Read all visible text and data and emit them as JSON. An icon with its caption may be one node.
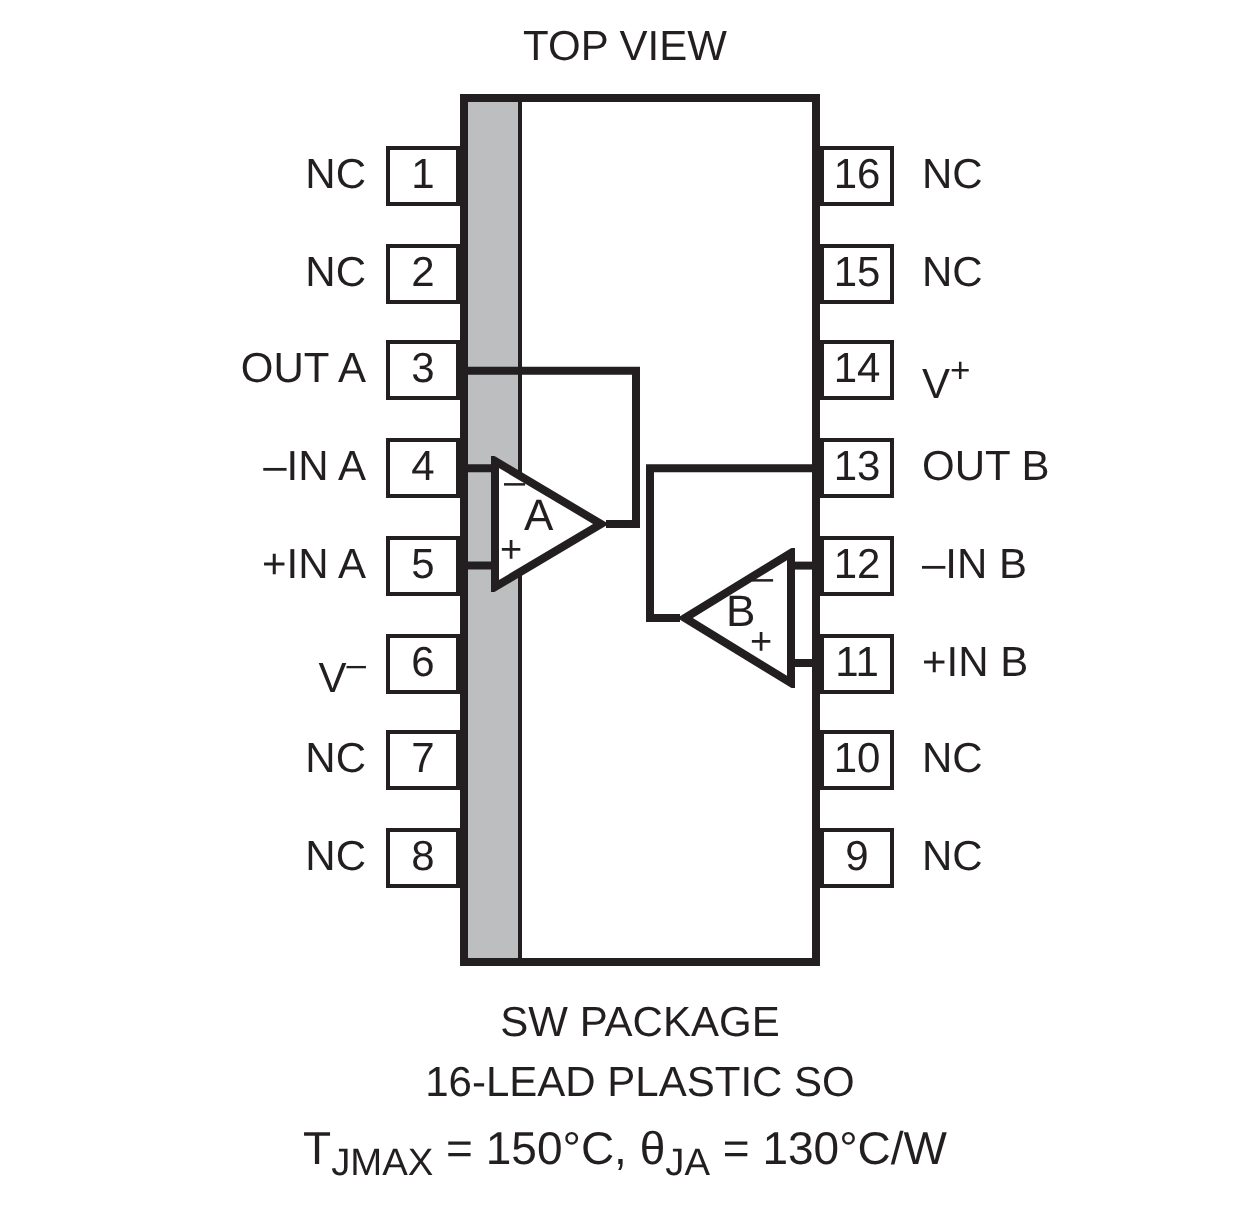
{
  "diagram": {
    "title": "TOP VIEW",
    "caption": "SW PACKAGE 16-LEAD PLASTIC SO",
    "nodes": [
      {
        "text": [],
        "shape": "box"
      },
      {
        "text": [
          "1"
        ],
        "beside": [
          "NC"
        ]
      },
      {
        "text": [
          "2"
        ],
        "beside": [
          "NC"
        ]
      },
      {
        "text": [
          "3"
        ],
        "beside": [
          "OUT A"
        ]
      },
      {
        "text": [
          "4"
        ],
        "beside": [
          "–IN A"
        ]
      },
      {
        "text": [
          "5"
        ],
        "beside": [
          "+IN A"
        ]
      },
      {
        "text": [
          "6"
        ],
        "beside": [
          "V$^{–}$"
        ]
      },
      {
        "text": [
          "7"
        ],
        "beside": [
          "NC"
        ]
      },
      {
        "text": [
          "8"
        ],
        "beside": [
          "NC"
        ]
      },
      {
        "text": [
          "16"
        ],
        "beside": [
          "NC"
        ]
      },
      {
        "text": [
          "15"
        ],
        "beside": [
          "NC"
        ]
      },
      {
        "text": [
          "14"
        ],
        "beside": [
          "V$^{+}$"
        ]
      },
      {
        "text": [
          "13"
        ],
        "beside": [
          "OUT B"
        ]
      },
      {
        "text": [
          "12"
        ],
        "beside": [
          "–IN B"
        ]
      },
      {
        "text": [
          "11"
        ],
        "beside": [
          "+IN B"
        ]
      },
      {
        "text": [
          "10"
        ],
        "beside": [
          "NC"
        ]
      },
      {
        "text": [
          "9"
        ],
        "beside": [
          "NC"
        ]
      },
      {
        "text": [
          "–",
          "A",
          "+"
        ],
        "in": 0
      },
      {
        "text": [
          "–",
          "B",
          "+"
        ],
        "in": 0
      }
    ],
    "edges": [
      {
        "from": 3,
        "to": 17,
        "arrow": "none"
      },
      {
        "from": 4,
        "to": 17,
        "arrow": "none"
      },
      {
        "from": 5,
        "to": 17,
        "arrow": "none"
      },
      {
        "from": 12,
        "to": 18,
        "arrow": "none"
      },
      {
        "from": 13,
        "to": 18,
        "arrow": "none"
      },
      {
        "from": 14,
        "to": 18,
        "arrow": "none"
      }
    ],
    "labels": [
      "T$_{JMAX}$ = 150°C, θ$_{JA}$ = 130°C/W"
    ]
  }
}
